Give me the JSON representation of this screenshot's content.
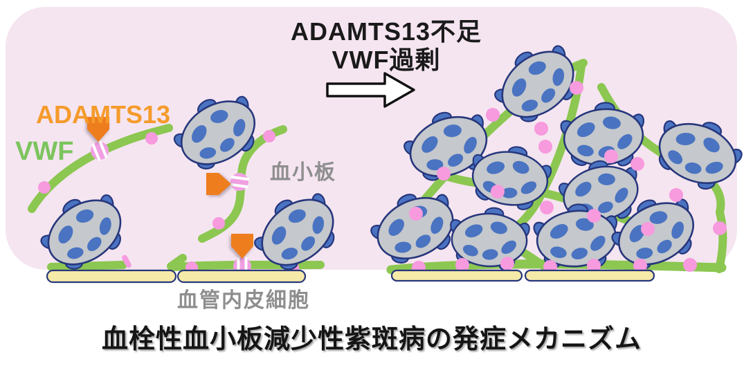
{
  "title": "血栓性血小板減少性紫斑病の発症メカニズム",
  "top_caption": {
    "line1": "ADAMTS13不足",
    "line2": "VWF過剰"
  },
  "labels": {
    "adamts13": "ADAMTS13",
    "vwf": "VWF",
    "platelet": "血小板",
    "endothelium": "血管内皮細胞"
  },
  "icons": {
    "transition_arrow": "right-arrow",
    "adamts13_enzyme": "orange-shield-pointer",
    "vwf_binding_site": "pink-dot",
    "cleavage_site": "pink-striped-disc",
    "platelet": "gray-ellipse-with-blue-granules",
    "endothelial_cell": "yellow-flat-cell"
  },
  "colors": {
    "panel_bg": "#f5e5f0",
    "vwf_strand": "#8cc751",
    "vwf_label": "#7cc45e",
    "adamts13_label": "#f59b2b",
    "adamts13_enzyme": "#ee7d1e",
    "binding_dot": "#f79ade",
    "cleave_pink": "#f0a0e2",
    "platelet_body": "#c5c8cc",
    "platelet_outline": "#26367c",
    "granule_blue": "#4a73c1",
    "endothelial_cell": "#f6eaa8",
    "caption_gray": "#8e8e8e",
    "title_black": "#151515"
  }
}
